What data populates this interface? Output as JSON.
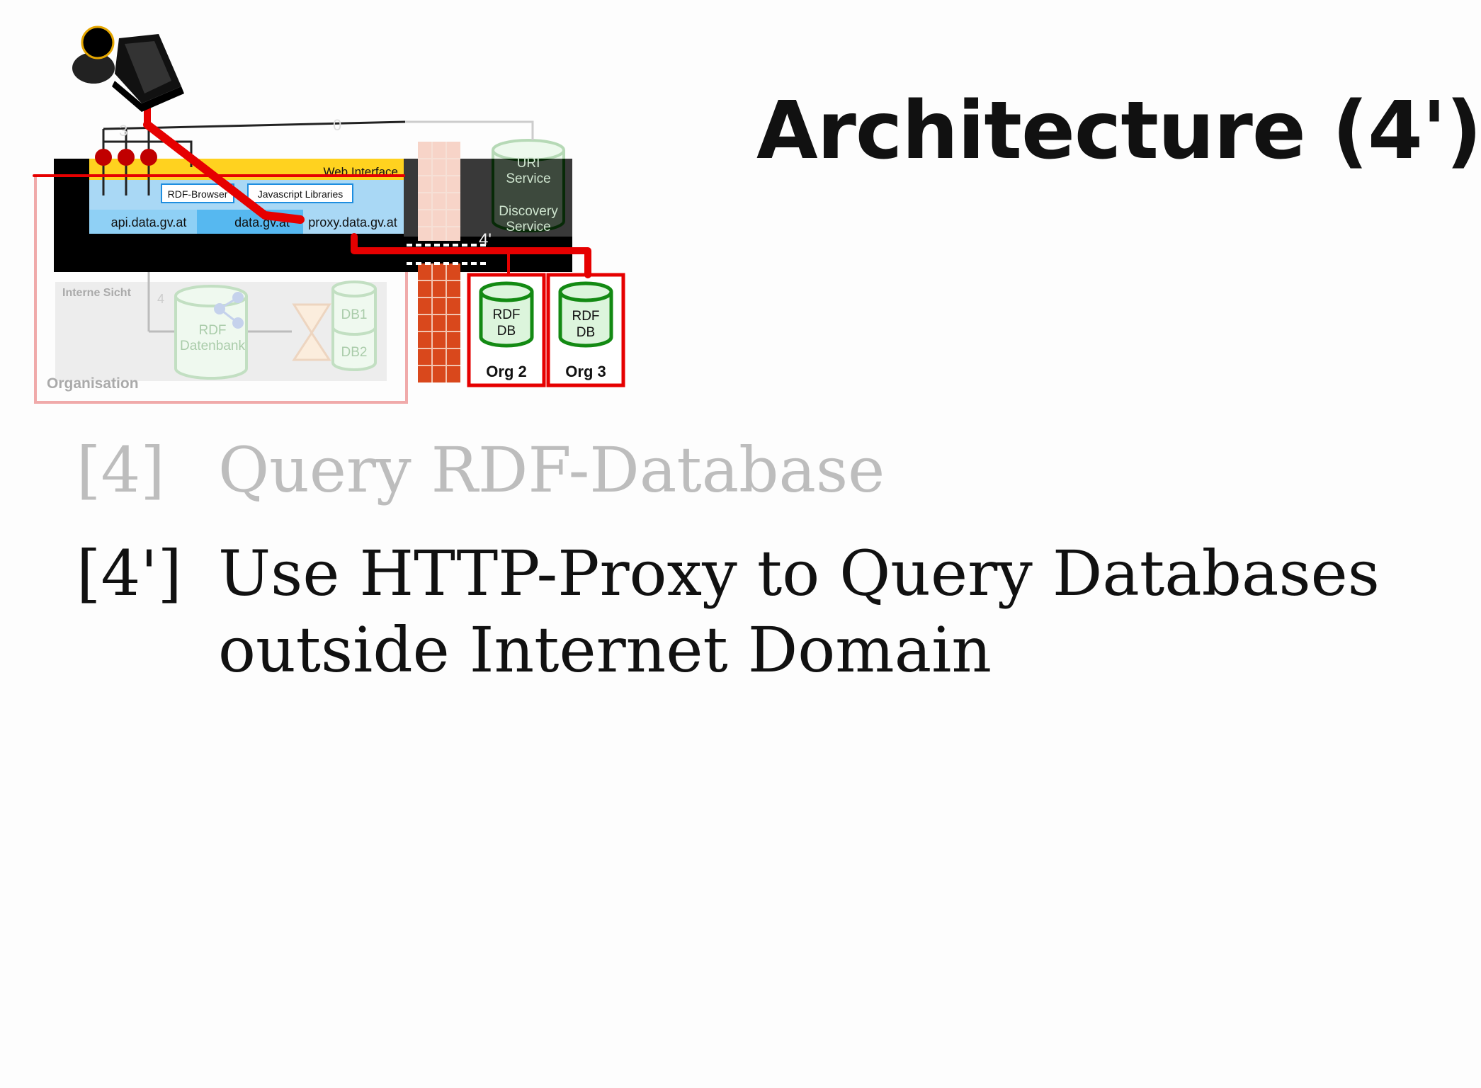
{
  "slide": {
    "title": "Architecture (4')",
    "items": [
      {
        "number": "[4]",
        "text": "Query RDF-Database"
      },
      {
        "number": "[4']",
        "text": "Use HTTP-Proxy to Query Databases outside Internet Domain"
      }
    ]
  },
  "diagram": {
    "user_icon": "user-with-laptop-icon",
    "labels": {
      "web_interface": "Web Interface",
      "rdf_browser": "RDF-Browser",
      "javascript_libraries": "Javascript Libraries",
      "api": "api.data.gv.at",
      "data": "data.gv.at",
      "proxy": "proxy.data.gv.at",
      "uri_service_1": "URI",
      "uri_service_2": "Service",
      "discovery_1": "Discovery",
      "discovery_2": "Service",
      "interne_sicht": "Interne Sicht",
      "rdf_datenbank_1": "RDF",
      "rdf_datenbank_2": "Datenbank",
      "db1": "DB1",
      "db2": "DB2",
      "organisation": "Organisation",
      "step_3": "3",
      "step_0": "0",
      "step_4": "4",
      "step_4p": "4'",
      "rdf_db_1": "RDF",
      "rdf_db_2": "DB",
      "org2": "Org 2",
      "org3": "Org 3"
    },
    "colors": {
      "highlight": "#e60000",
      "web_interface_bar": "#ffd21f",
      "service_blue": "#a9d8f5",
      "service_blue_dark": "#56b8f0",
      "firewall": "#d9481c",
      "db_green": "#138a13",
      "db_fill": "#dcf5dc"
    }
  }
}
